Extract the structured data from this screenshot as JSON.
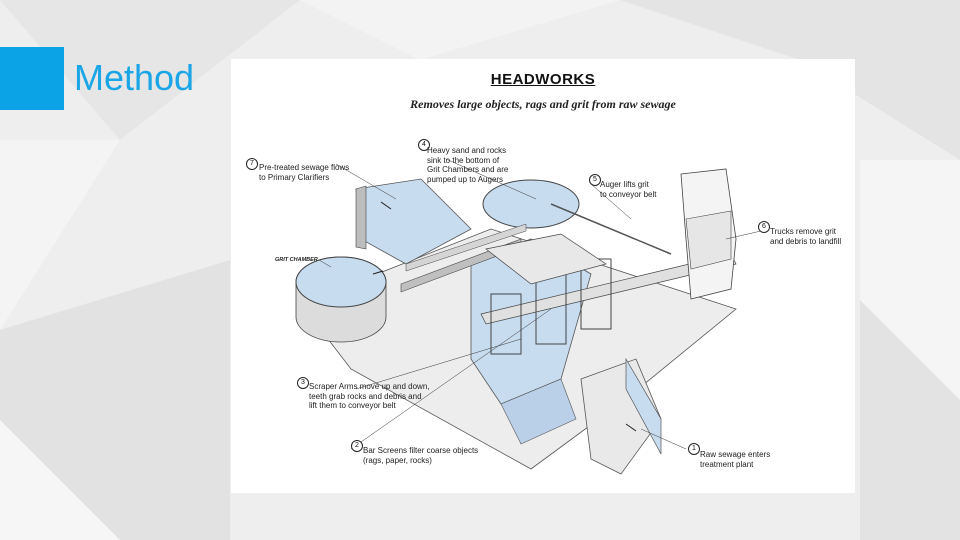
{
  "slide": {
    "title": "Method",
    "accent_color": "#0ba3e6",
    "title_color": "#1aa6e6"
  },
  "diagram": {
    "title": "HEADWORKS",
    "subtitle": "Removes large objects, rags and grit from raw sewage",
    "grit_chamber_label": "GRIT CHAMBER",
    "water_color": "#c8dcf0",
    "callouts": [
      {
        "num": "1",
        "text": "Raw sewage enters\ntreatment plant"
      },
      {
        "num": "2",
        "text": "Bar Screens filter coarse objects\n(rags, paper, rocks)"
      },
      {
        "num": "3",
        "text": "Scraper Arms move up and down,\nteeth grab rocks and debris and\nlift them to conveyor belt"
      },
      {
        "num": "4",
        "text": "Heavy sand and rocks\nsink to the bottom of\nGrit Chambers and are\npumped up to Augers"
      },
      {
        "num": "5",
        "text": "Auger lifts grit\nto conveyor belt"
      },
      {
        "num": "6",
        "text": "Trucks remove grit\nand debris to landfill"
      },
      {
        "num": "7",
        "text": "Pre-treated sewage flows\nto Primary Clarifiers"
      }
    ]
  }
}
